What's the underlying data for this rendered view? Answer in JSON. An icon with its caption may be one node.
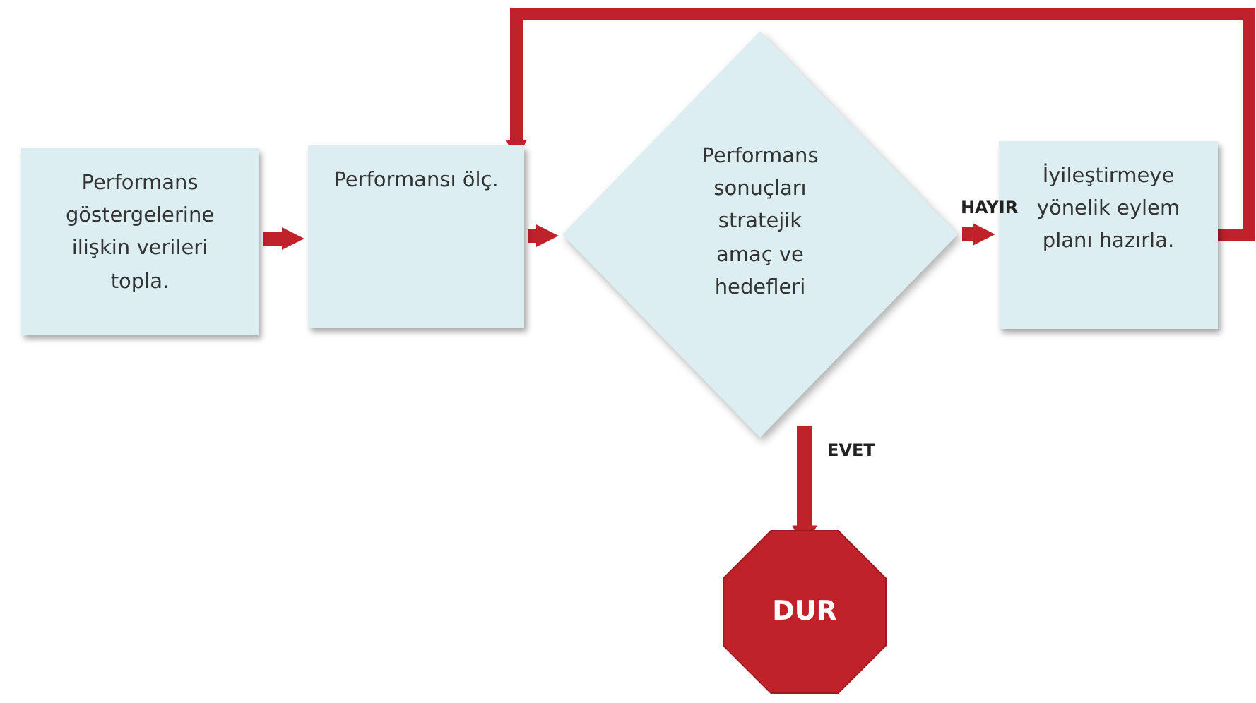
{
  "diagram": {
    "nodes": [
      {
        "text": [
          "Performans göstergelerine ilişkin verileri topla."
        ]
      },
      {
        "text": [
          "Performansı ölç."
        ]
      },
      {
        "text": [
          "Performans sonuçları stratejik amaç ve hedefleri"
        ]
      },
      {
        "text": [
          "İyileştirmeye yönelik eylem planı hazırla."
        ]
      },
      {
        "text": [
          "DUR"
        ]
      }
    ],
    "edges": [
      {
        "from": 0,
        "to": 1,
        "arrow": "to"
      },
      {
        "from": 1,
        "to": 2,
        "arrow": "to"
      },
      {
        "from": 2,
        "to": 3,
        "arrow": "to",
        "label": "HAYIR"
      },
      {
        "from": 3,
        "to": 1,
        "arrow": "to"
      },
      {
        "from": 2,
        "to": 4,
        "arrow": "to",
        "label": "EVET"
      }
    ]
  }
}
